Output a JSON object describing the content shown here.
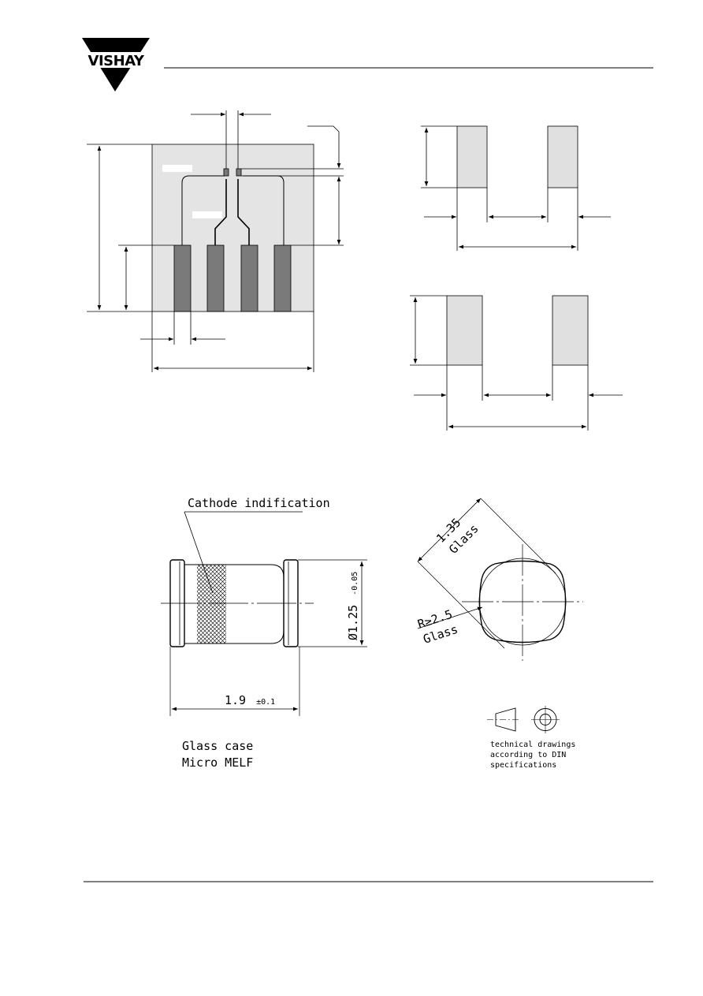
{
  "header": {
    "logo_text": "VISHAY"
  },
  "package_drawing": {
    "cathode_label": "Cathode indification",
    "length_dim": "1.9",
    "length_tol": "±0.1",
    "diameter_dim": "Ø1.25",
    "diameter_tol": "-0.05",
    "case_line1": "Glass case",
    "case_line2": "Micro MELF"
  },
  "end_view": {
    "width_dim": "1.35",
    "width_note": "Glass",
    "radius_dim": "R≥2.5",
    "radius_note": "Glass"
  },
  "projection_note": {
    "line1": "technical drawings",
    "line2": "according to DIN",
    "line3": "specifications"
  },
  "colors": {
    "line": "#000000",
    "board": "#e4e4e4",
    "pad": "#7a7a7a",
    "footprint_pad": "#e0e0e0"
  }
}
